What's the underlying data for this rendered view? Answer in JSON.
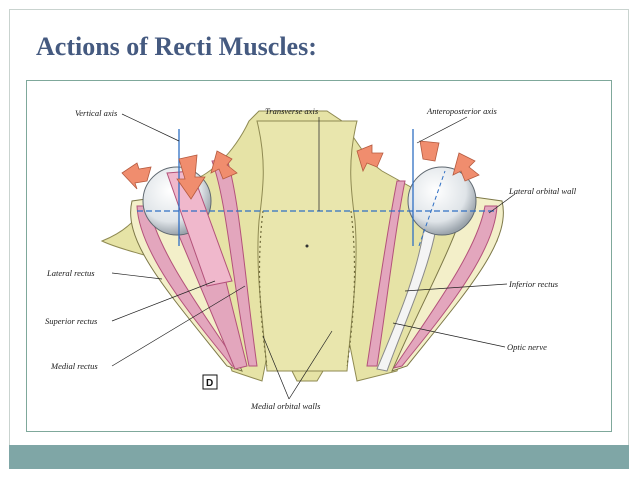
{
  "slide": {
    "title": "Actions of Recti Muscles:"
  },
  "figure": {
    "labels": {
      "vertical_axis": "Vertical axis",
      "transverse_axis": "Transverse axis",
      "anteroposterior_axis": "Anteroposterior axis",
      "lateral_orbital_wall": "Lateral orbital wall",
      "lateral_rectus": "Lateral rectus",
      "superior_rectus": "Superior rectus",
      "medial_rectus": "Medial rectus",
      "inferior_rectus": "Inferior rectus",
      "optic_nerve": "Optic nerve",
      "medial_orbital_walls": "Medial orbital walls",
      "panel_letter": "D"
    },
    "colors": {
      "bone": "#e6e3a6",
      "muscle": "#e3a6bd",
      "muscle_dark": "#b3527a",
      "arrow": "#f08d6e",
      "eyeball": "#e9edf0",
      "axis_line": "#2f6fc4"
    }
  },
  "footer": {
    "color": "#7fa6a6"
  }
}
